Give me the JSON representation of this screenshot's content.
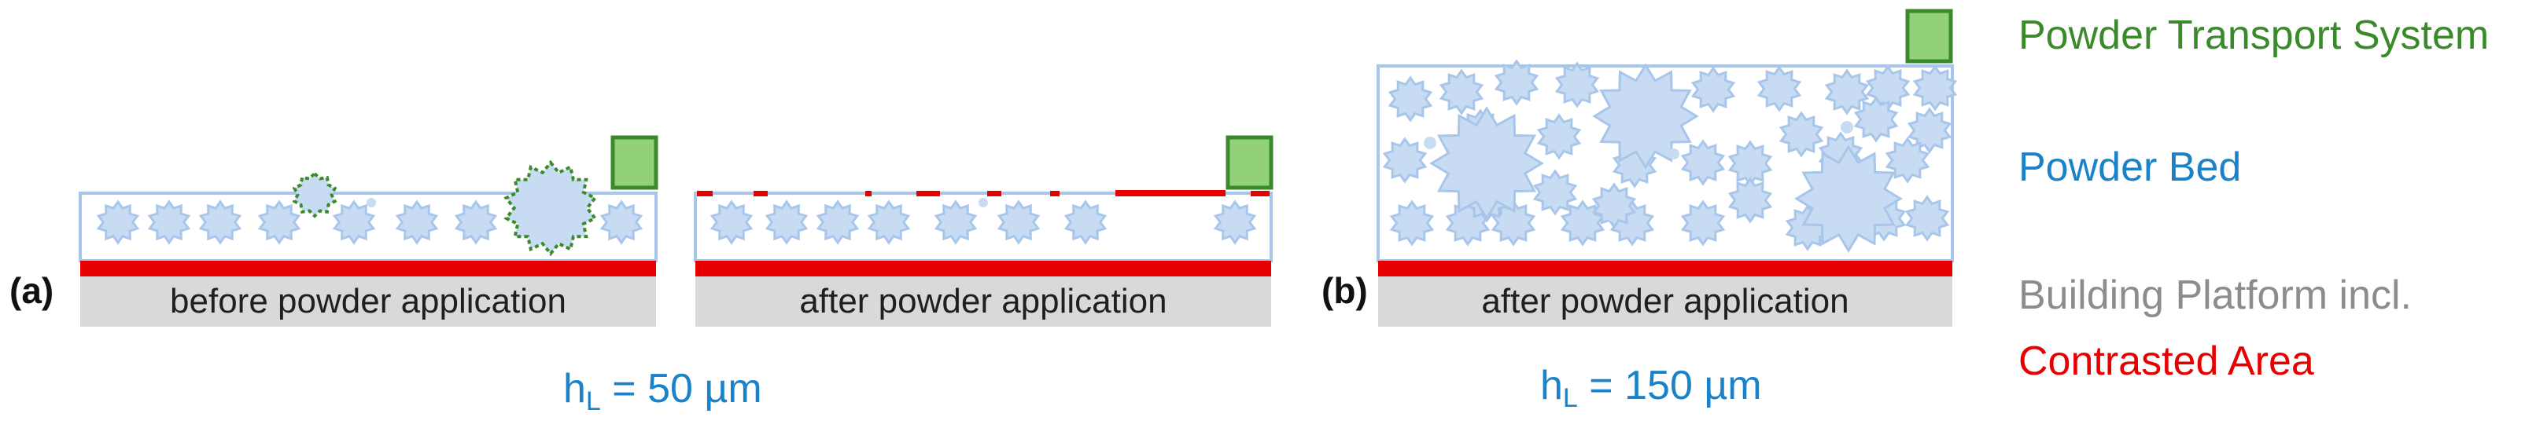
{
  "panels": [
    {
      "tag": "(a)",
      "caption": "before powder application"
    },
    {
      "caption": "after powder application"
    },
    {
      "tag": "(b)",
      "caption": "after powder application"
    }
  ],
  "layer_heights": [
    {
      "main": "h",
      "sub": "L",
      "rest": " = 50 µm"
    },
    {
      "main": "h",
      "sub": "L",
      "rest": " = 150 µm"
    }
  ],
  "legend": {
    "transport": "Powder Transport System",
    "bed": "Powder Bed",
    "platform_line1": "Building Platform incl.",
    "platform_line2": "Contrasted Area"
  },
  "colors": {
    "transport": "#3a8a2c",
    "transport_fill": "#92d07a",
    "bed": "#1a82c8",
    "platform": "#8c8c8c",
    "platform_fill": "#d9d9d9",
    "contrast": "#e60000",
    "particle_fill": "#c7dbf2",
    "particle_stroke": "#a8c6ea",
    "label": "#1f1f1f"
  }
}
